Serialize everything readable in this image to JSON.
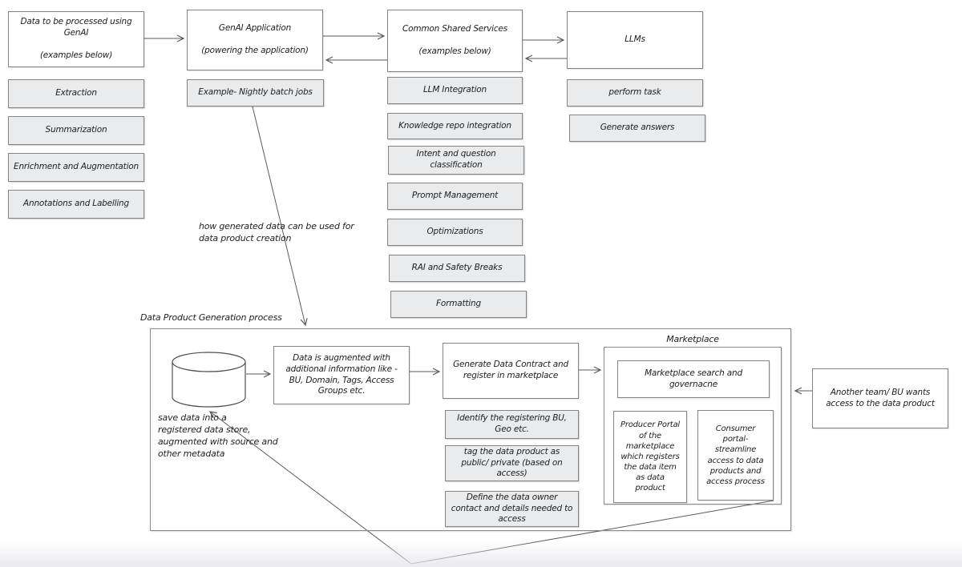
{
  "colors": {
    "node_fill": "#ffffff",
    "example_fill": "#e9ebed",
    "border": "#848484",
    "line": "#5a5a5a",
    "text": "#1e1e1e"
  },
  "top_flow": {
    "source": {
      "title": "Data to be processed using GenAI\n\n(examples below)",
      "examples": [
        "Extraction",
        "Summarization",
        "Enrichment and Augmentation",
        "Annotations and Labelling"
      ]
    },
    "application": {
      "title": "GenAI Application\n\n(powering the application)",
      "example": "Example- Nightly batch jobs"
    },
    "shared_services": {
      "title": "Common Shared Services\n\n(examples below)",
      "examples": [
        "LLM Integration",
        "Knowledge repo integration",
        "Intent and question\nclassification",
        "Prompt Management",
        "Optimizations",
        "RAI and Safety Breaks",
        "Formatting"
      ]
    },
    "llms": {
      "title": "LLMs",
      "examples": [
        "perform task",
        "Generate answers"
      ]
    }
  },
  "notes": {
    "generated_data": "how generated data can be used for\ndata product creation",
    "save_data": "save data into a\nregistered data store,\naugmented with source and\nother metadata"
  },
  "data_product_process": {
    "title": "Data Product Generation process",
    "augment_box": "Data is augmented with\nadditional information like -\nBU, Domain, Tags, Access\nGroups etc.",
    "contract_box": "Generate Data Contract and\nregister in marketplace",
    "steps": [
      "Identify the registering BU,\nGeo etc.",
      "tag the data product as\npublic/ private (based on\naccess)",
      "Define the data owner\ncontact and details needed to\naccess"
    ],
    "marketplace": {
      "title": "Marketplace",
      "search_box": "Marketplace search and\ngovernacne",
      "producer_box": "Producer Portal\nof the\nmarketplace\nwhich registers\nthe data item\nas data\nproduct",
      "consumer_box": "Consumer\nportal-\nstreamline\naccess to data\nproducts and\naccess process"
    },
    "another_team_box": "Another team/ BU wants\naccess to the data product"
  }
}
